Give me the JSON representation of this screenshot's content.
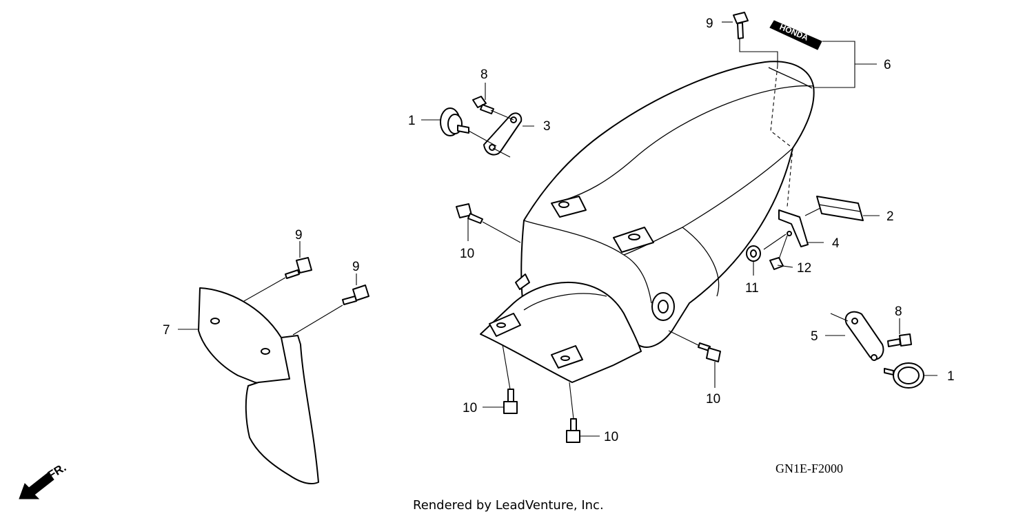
{
  "diagram": {
    "code": "GN1E-F2000",
    "footer": "Rendered by LeadVenture, Inc.",
    "direction_label": "FR.",
    "emblem_text": "HONDA",
    "callouts": {
      "c1a": "1",
      "c1b": "1",
      "c2": "2",
      "c3": "3",
      "c4": "4",
      "c5": "5",
      "c6": "6",
      "c7": "7",
      "c8a": "8",
      "c8b": "8",
      "c9a": "9",
      "c9b": "9",
      "c9c": "9",
      "c10a": "10",
      "c10b": "10",
      "c10c": "10",
      "c10d": "10",
      "c11": "11",
      "c12": "12"
    }
  }
}
